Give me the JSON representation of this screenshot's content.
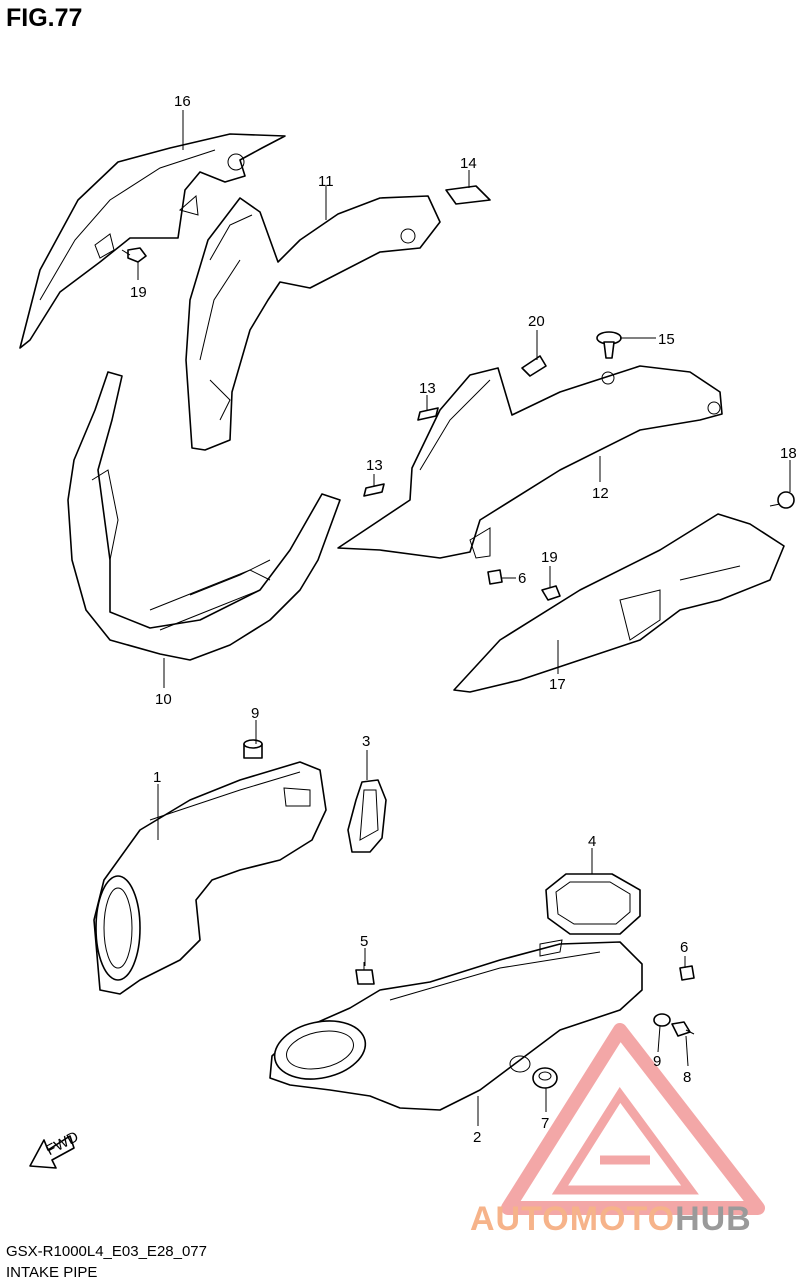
{
  "figure": {
    "title": "FIG.77",
    "model_code": "GSX-R1000L4_E03_E28_077",
    "section_name": "INTAKE PIPE",
    "forward_marker": "FWD"
  },
  "callouts": [
    "16",
    "14",
    "11",
    "19",
    "20",
    "15",
    "13",
    "13",
    "12",
    "18",
    "19",
    "6",
    "17",
    "10",
    "9",
    "3",
    "1",
    "4",
    "5",
    "6",
    "9",
    "8",
    "7",
    "2"
  ],
  "watermark": {
    "brand_part1": "AUTOMOTO",
    "brand_part2": "HUB",
    "color_primary": "#f08a8a",
    "color_accent": "#f6b38a",
    "color_text_gray": "#9a9a9a"
  }
}
